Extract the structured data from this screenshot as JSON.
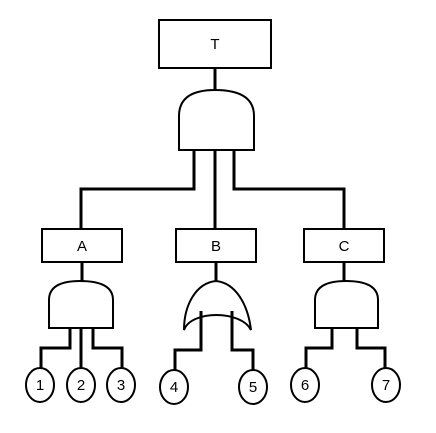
{
  "top_event": {
    "label": "T",
    "gate": "and-gate"
  },
  "intermediate_events": [
    {
      "label": "A",
      "gate": "and-gate"
    },
    {
      "label": "B",
      "gate": "or-gate"
    },
    {
      "label": "C",
      "gate": "and-gate"
    }
  ],
  "basic_events": [
    {
      "label": "1",
      "parent": "A"
    },
    {
      "label": "2",
      "parent": "A"
    },
    {
      "label": "3",
      "parent": "A"
    },
    {
      "label": "4",
      "parent": "B"
    },
    {
      "label": "5",
      "parent": "B"
    },
    {
      "label": "6",
      "parent": "C"
    },
    {
      "label": "7",
      "parent": "C"
    }
  ]
}
